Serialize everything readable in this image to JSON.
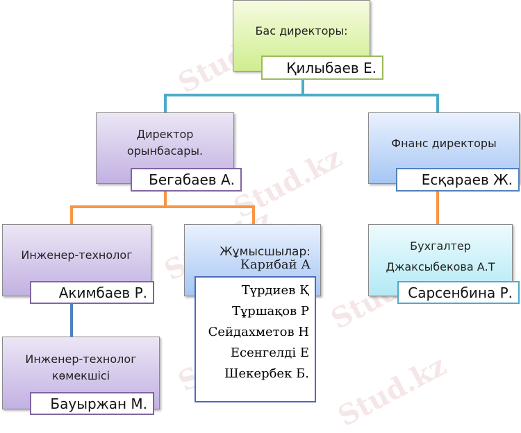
{
  "watermark": "Stud.kz",
  "ceo": {
    "title": "Бас директоры:",
    "name": "Қилыбаев Е."
  },
  "deputy": {
    "title": "Директор орынбасары.",
    "name": "Бегабаев А."
  },
  "finance": {
    "title": "Фнанс директоры",
    "name": "Есқараев  Ж."
  },
  "engineer": {
    "title": "Инженер-технолог",
    "name": "Акимбаев Р."
  },
  "assistant": {
    "title": "Инженер-технолог көмекшісі",
    "name": "Бауыржан М."
  },
  "workers": {
    "title": "Жұмысшылар:",
    "first": "Карибай А",
    "list": [
      "Түрдиев Қ",
      "Тұршақов Р",
      "Сейдахметов Н",
      "Есенгелді Е",
      "Шекербек Б."
    ]
  },
  "accountant": {
    "title": "Бухгалтер",
    "subtitle": "Джаксыбекова А.Т",
    "name": "Сарсенбина Р."
  },
  "colors": {
    "teal": "#4bacc6",
    "orange": "#f79646",
    "blue": "#4f81bd"
  }
}
